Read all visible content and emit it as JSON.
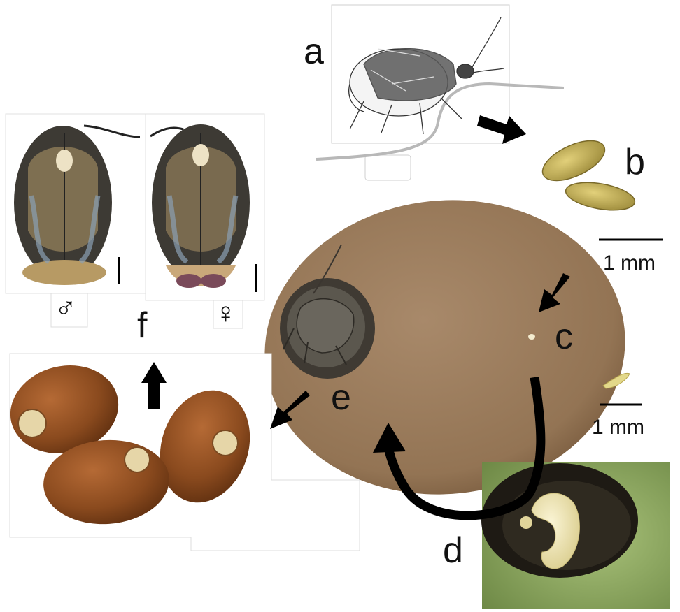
{
  "panel_labels": {
    "a": "a",
    "b": "b",
    "c": "c",
    "d": "d",
    "e": "e",
    "f": "f"
  },
  "sex_symbols": {
    "male": "♂",
    "female": "♀"
  },
  "scale_bars": {
    "eggs": "1 mm",
    "seed_egg": "1 mm"
  },
  "colors": {
    "seed": "#9a7a5c",
    "seed_edge": "#6e5236",
    "egg": "#c9b55a",
    "larva": "#efe6b8",
    "pod": "#8aa35a",
    "harvested_seed": "#8a4a1e",
    "beetle_dark": "#2f2f2f",
    "beetle_light": "#b59a6a",
    "arrow": "#000000"
  },
  "icons": {
    "arrows": "arrow-icon",
    "life_cycle": "curved-arrow-icon"
  }
}
